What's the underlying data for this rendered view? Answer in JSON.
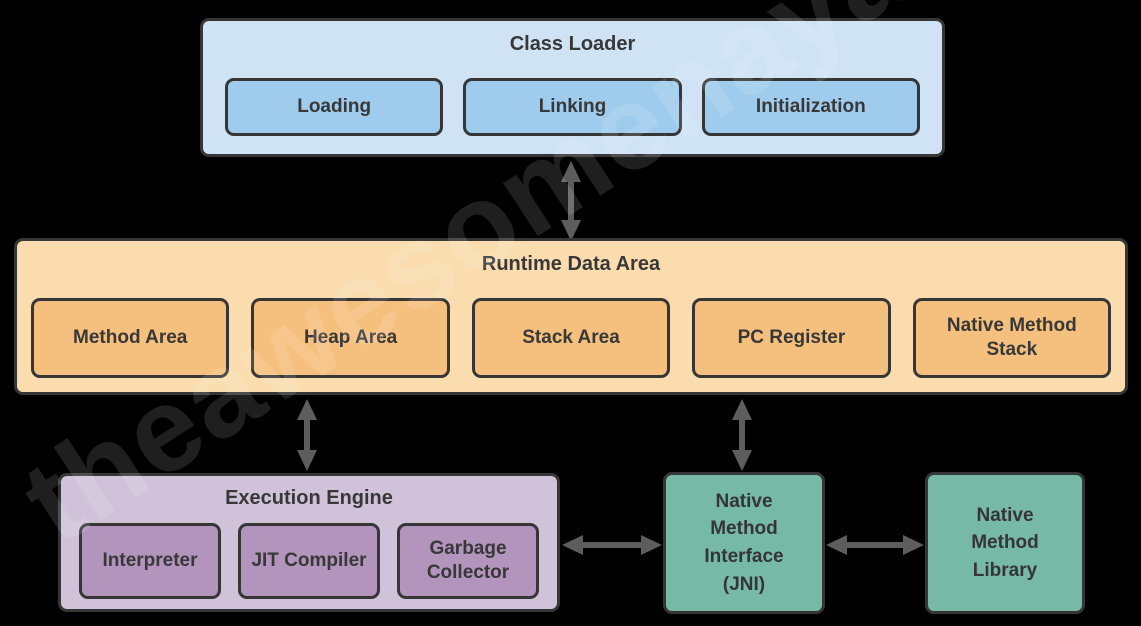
{
  "watermark": "theawesomenayak",
  "colors": {
    "background": "#000000",
    "border": "#363636",
    "text": "#383838",
    "arrow": "#5d5d5d",
    "class_loader_bg": "#cfe3f5",
    "class_loader_item_bg": "#9fcbec",
    "runtime_bg": "#fadcae",
    "runtime_item_bg": "#f5bf7d",
    "execution_bg": "#cfc2d9",
    "execution_item_bg": "#b294bd",
    "native_bg": "#76b9a6"
  },
  "diagram": {
    "class_loader": {
      "title": "Class Loader",
      "items": [
        "Loading",
        "Linking",
        "Initialization"
      ]
    },
    "runtime_data_area": {
      "title": "Runtime Data Area",
      "items": [
        "Method Area",
        "Heap Area",
        "Stack Area",
        "PC Register",
        "Native Method Stack"
      ]
    },
    "execution_engine": {
      "title": "Execution Engine",
      "items": [
        "Interpreter",
        "JIT Compiler",
        "Garbage Collector"
      ]
    },
    "native_method_interface": {
      "label": "Native Method Interface (JNI)"
    },
    "native_method_library": {
      "label": "Native Method Library"
    }
  },
  "connections": [
    {
      "from": "Class Loader",
      "to": "Runtime Data Area",
      "type": "double-arrow-vertical"
    },
    {
      "from": "Runtime Data Area",
      "to": "Execution Engine",
      "type": "double-arrow-vertical"
    },
    {
      "from": "Runtime Data Area",
      "to": "Native Method Interface (JNI)",
      "type": "double-arrow-vertical"
    },
    {
      "from": "Execution Engine",
      "to": "Native Method Interface (JNI)",
      "type": "double-arrow-horizontal"
    },
    {
      "from": "Native Method Interface (JNI)",
      "to": "Native Method Library",
      "type": "double-arrow-horizontal"
    }
  ]
}
